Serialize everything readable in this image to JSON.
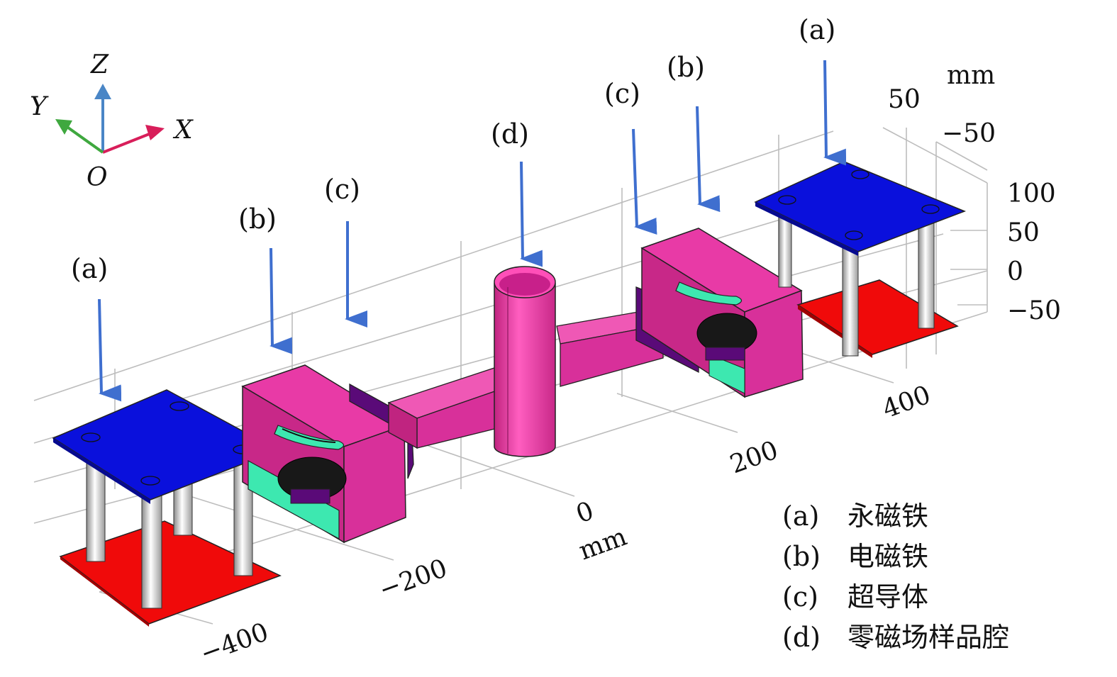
{
  "axis_triad": {
    "x": "X",
    "y": "Y",
    "z": "Z",
    "origin": "O"
  },
  "unit_labels": {
    "top": "mm",
    "bottom": "mm"
  },
  "x_ticks": [
    "−400",
    "−200",
    "0",
    "200",
    "400"
  ],
  "y_ticks": [
    "50",
    "−50"
  ],
  "z_ticks": [
    "100",
    "50",
    "0",
    "−50"
  ],
  "callouts": {
    "a_left": "(a)",
    "b_left": "(b)",
    "c_left": "(c)",
    "d": "(d)",
    "c_right": "(c)",
    "b_right": "(b)",
    "a_right": "(a)"
  },
  "legend": [
    {
      "key": "(a)",
      "text": "永磁铁"
    },
    {
      "key": "(b)",
      "text": "电磁铁"
    },
    {
      "key": "(c)",
      "text": "超导体"
    },
    {
      "key": "(d)",
      "text": "零磁场样品腔"
    }
  ],
  "colors": {
    "magnet_plate_top": "#0a10dc",
    "magnet_plate_bottom": "#f00a0a",
    "electromagnet": "#e82ea0",
    "superconductor": "#5a0a78",
    "coil_base": "#3de8b0",
    "core_black": "#181818",
    "arrow": "#3f6fcf",
    "axis_x": "#d81e5a",
    "axis_y": "#3fa83f",
    "axis_z": "#4a86c6"
  }
}
